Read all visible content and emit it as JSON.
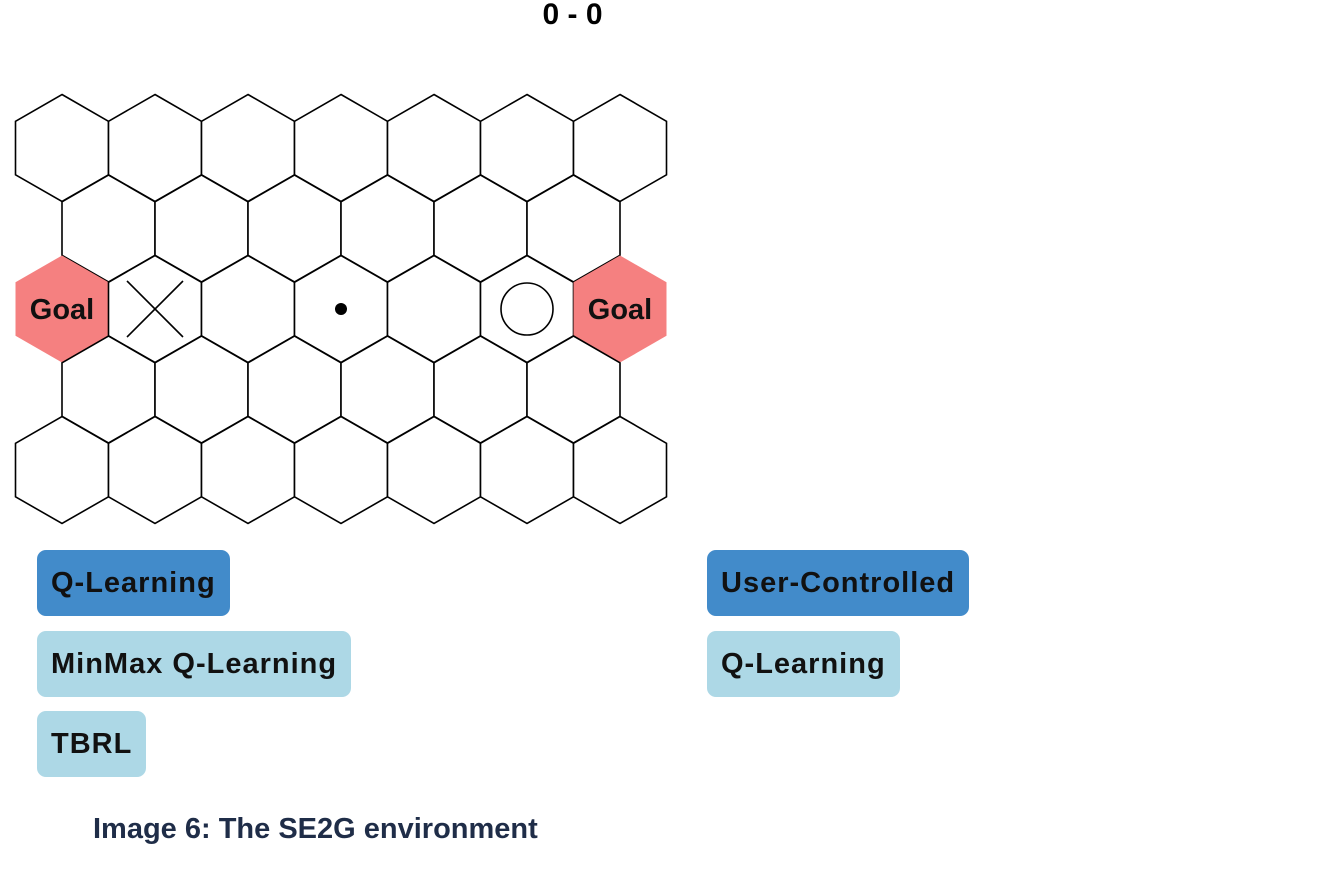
{
  "score": "0 - 0",
  "board": {
    "rows": 5,
    "long_row_cells": 7,
    "short_row_cells": 6,
    "goal_label": "Goal",
    "goal_color": "#f58080",
    "goals": [
      {
        "row": 2,
        "col": 0
      },
      {
        "row": 2,
        "col": 6
      }
    ],
    "pieces": [
      {
        "row": 2,
        "col": 1,
        "type": "cross"
      },
      {
        "row": 2,
        "col": 3,
        "type": "ball"
      },
      {
        "row": 2,
        "col": 5,
        "type": "circle"
      }
    ]
  },
  "left_panel": {
    "buttons": [
      {
        "label": "Q-Learning",
        "state": "selected"
      },
      {
        "label": "MinMax Q-Learning",
        "state": "unselected"
      },
      {
        "label": "TBRL",
        "state": "unselected"
      }
    ]
  },
  "right_panel": {
    "buttons": [
      {
        "label": "User-Controlled",
        "state": "selected"
      },
      {
        "label": "Q-Learning",
        "state": "unselected"
      }
    ]
  },
  "colors": {
    "selected": "#428bca",
    "unselected": "#add8e6",
    "caption": "#1f2d48"
  },
  "caption": "Image 6: The SE2G environment"
}
